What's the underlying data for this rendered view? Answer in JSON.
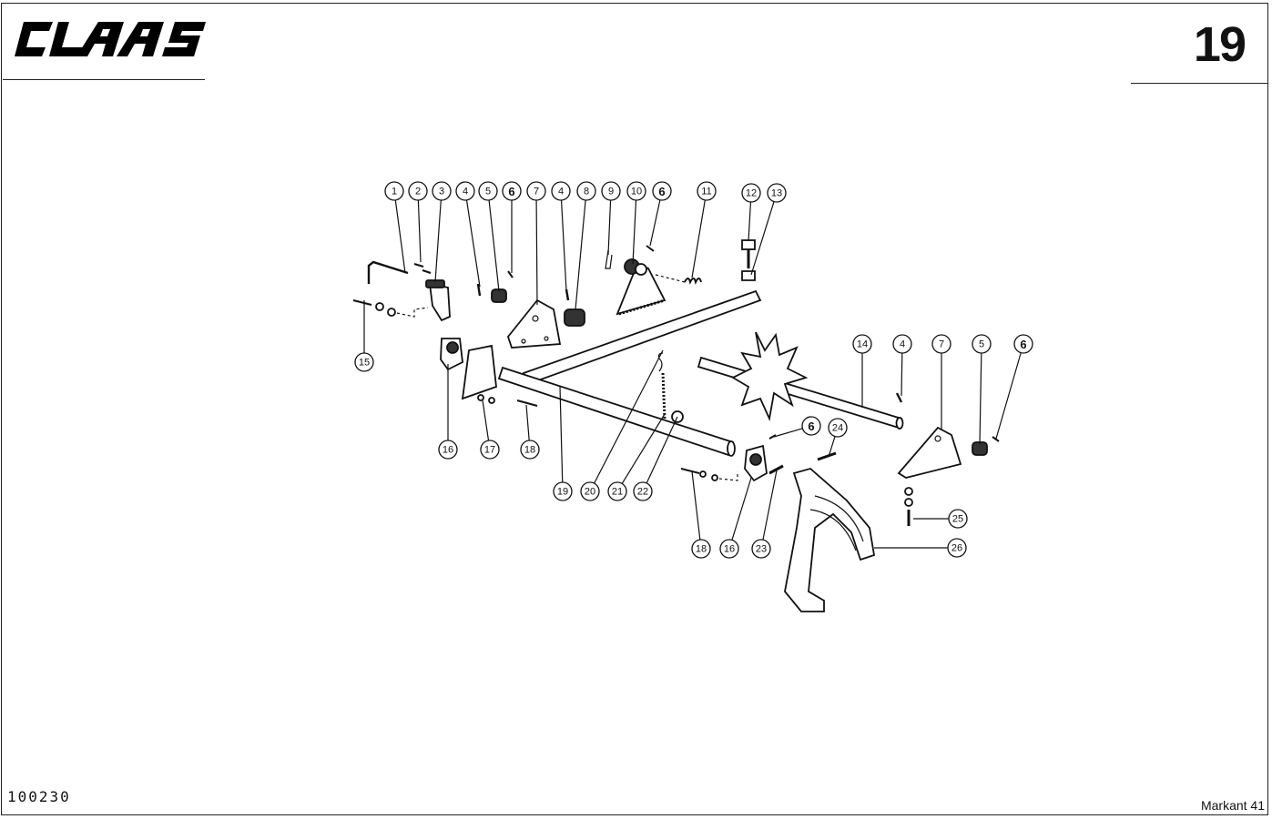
{
  "header": {
    "brand": "CLAAS",
    "page_number": "19"
  },
  "footer": {
    "drawing_id": "100230",
    "model": "Markant 41"
  },
  "diagram": {
    "callouts": [
      "1",
      "2",
      "3",
      "4",
      "5",
      "6",
      "7",
      "4",
      "8",
      "9",
      "10",
      "6",
      "11",
      "12",
      "13",
      "15",
      "16",
      "17",
      "18",
      "19",
      "20",
      "21",
      "22",
      "14",
      "4",
      "7",
      "5",
      "6",
      "6",
      "24",
      "18",
      "16",
      "23",
      "25",
      "26"
    ]
  }
}
